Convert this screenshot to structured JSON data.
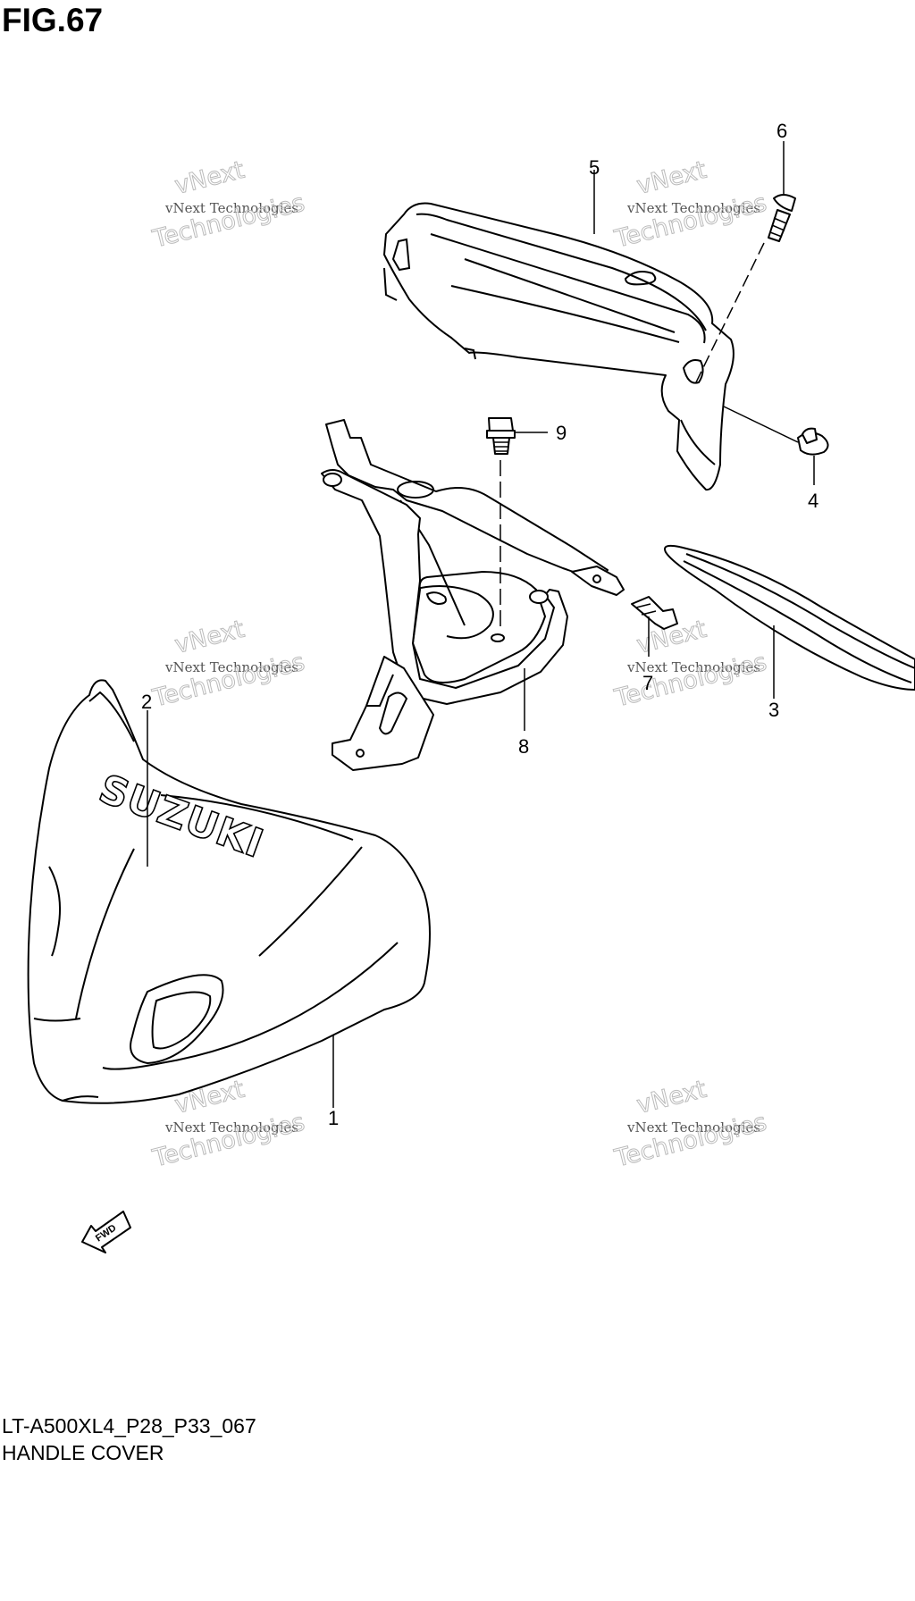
{
  "figure_title": "FIG.67",
  "model_code": "LT-A500XL4_P28_P33_067",
  "caption": "HANDLE COVER",
  "brand_text": "SUZUKI",
  "fwd_label": "FWD",
  "watermark": {
    "line1": "vNext Technologies",
    "line2": "vNext",
    "line3": "Technologies"
  },
  "callouts": [
    "1",
    "2",
    "3",
    "4",
    "5",
    "6",
    "7",
    "8",
    "9"
  ]
}
